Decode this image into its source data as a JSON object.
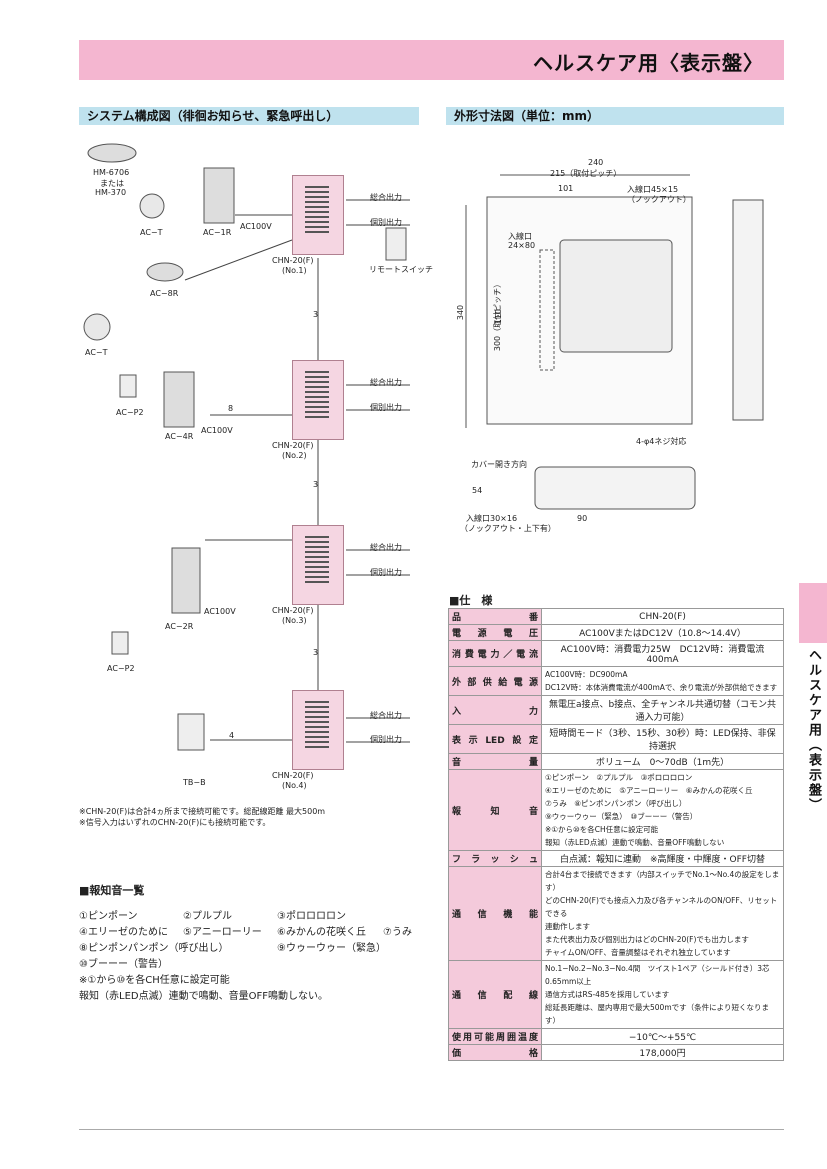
{
  "banner": {
    "title": "ヘルスケア用〈表示盤〉"
  },
  "section_system": {
    "title": "システム構成図（徘徊お知らせ、緊急呼出し）"
  },
  "section_dims": {
    "title": "外形寸法図（単位：mm）"
  },
  "side_tab": {
    "text": "ヘルスケア用（表示盤）"
  },
  "diagram": {
    "devices": {
      "hm": "HM-6706",
      "hm_or": "または",
      "hm2": "HM-370",
      "ac_t1": "AC−T",
      "ac_1r": "AC−1R",
      "ac100v_1": "AC100V",
      "ac_8r": "AC−8R",
      "ac_t2": "AC−T",
      "ac_p2_1": "AC−P2",
      "ac_4r": "AC−4R",
      "ac100v_2": "AC100V",
      "eight": "8",
      "ac_2r": "AC−2R",
      "ac100v_3": "AC100V",
      "ac_p2_2": "AC−P2",
      "tb_b": "TB−B",
      "four": "4",
      "remote": "リモートスイッチ"
    },
    "units": [
      {
        "model": "CHN-20(F)",
        "no": "(No.1)",
        "out1": "総合出力",
        "out2": "個別出力"
      },
      {
        "model": "CHN-20(F)",
        "no": "(No.2)",
        "out1": "総合出力",
        "out2": "個別出力"
      },
      {
        "model": "CHN-20(F)",
        "no": "(No.3)",
        "out1": "総合出力",
        "out2": "個別出力"
      },
      {
        "model": "CHN-20(F)",
        "no": "(No.4)",
        "out1": "総合出力",
        "out2": "個別出力"
      }
    ],
    "link_label": "3",
    "notes": [
      "※CHN-20(F)は合計4ヵ所まで接続可能です。総配線距離 最大500m",
      "※信号入力はいずれのCHN-20(F)にも接続可能です。"
    ]
  },
  "dims": {
    "w240": "240",
    "w215": "215（取付ピッチ）",
    "w101": "101",
    "in45": "入線口45×15",
    "knock": "（ノックアウト）",
    "in24": "入線口",
    "in24b": "24×80",
    "h340": "340",
    "h300": "300（取付ピッチ）",
    "h110": "110",
    "screw": "4-φ4ネジ対応",
    "cover": "カバー開き方向",
    "d54": "54",
    "d90": "90",
    "in30": "入線口30×16",
    "knock2": "（ノックアウト・上下有）"
  },
  "sound_list": {
    "title": "■報知音一覧",
    "items": [
      [
        "①ピンポーン",
        "②プルプル",
        "③ポロロロロン"
      ],
      [
        "④エリーゼのために",
        "⑤アニーローリー",
        "⑥みかんの花咲く丘",
        "⑦うみ"
      ],
      [
        "⑧ピンポンパンポン（呼び出し）",
        "⑨ウゥーウゥー（緊急）"
      ],
      [
        "⑩ブーーー（警告）"
      ]
    ],
    "note1": "※①から⑩を各CH任意に設定可能",
    "note2": "報知（赤LED点滅）連動で鳴動、音量OFF鳴動しない。"
  },
  "spec": {
    "title": "■仕　様",
    "rows": [
      {
        "k": "品番",
        "v": [
          "CHN-20(F)"
        ]
      },
      {
        "k": "電源電圧",
        "v": [
          "AC100VまたはDC12V（10.8〜14.4V）"
        ]
      },
      {
        "k": "消費電力／電流",
        "v": [
          "AC100V時：消費電力25W　DC12V時：消費電流400mA"
        ]
      },
      {
        "k": "外部供給電源",
        "v": [
          "AC100V時：DC900mA",
          "DC12V時：本体消費電流が400mAで、余り電流が外部供給できます"
        ]
      },
      {
        "k": "入力",
        "v": [
          "無電圧a接点、b接点、全チャンネル共通切替（コモン共通入力可能）"
        ]
      },
      {
        "k": "表示LED設定",
        "v": [
          "短時間モード（3秒、15秒、30秒）時：LED保持、非保持選択"
        ]
      },
      {
        "k": "音量",
        "v": [
          "ボリューム　0〜70dB（1m先）"
        ]
      },
      {
        "k": "報知音",
        "v": [
          "①ピンポーン　②プルプル　③ポロロロロン",
          "④エリーゼのために　⑤アニーローリー　⑥みかんの花咲く丘",
          "⑦うみ　⑧ピンポンパンポン（呼び出し）",
          "⑨ウゥーウゥー（緊急）　⑩ブーーー（警告）",
          "※①から⑩を各CH任意に設定可能",
          "報知（赤LED点滅）連動で鳴動、音量OFF鳴動しない"
        ]
      },
      {
        "k": "フラッシュ",
        "v": [
          "白点滅：報知に連動　※高輝度・中輝度・OFF切替"
        ]
      },
      {
        "k": "通信機能",
        "v": [
          "合計4台まで接続できます（内部スイッチでNo.1〜No.4の設定をします）",
          "どのCHN-20(F)でも接点入力及び各チャンネルのON/OFF、リセットできる",
          "連動作します",
          "また代表出力及び個別出力はどのCHN-20(F)でも出力します",
          "チャイムON/OFF、音量調整はそれぞれ独立しています"
        ]
      },
      {
        "k": "通信配線",
        "v": [
          "No.1−No.2−No.3−No.4間　ツイスト1ペア（シールド付き）3芯0.65mm以上",
          "通信方式はRS-485を採用しています",
          "総延長距離は、屋内専用で最大500mです（条件により短くなります）"
        ]
      },
      {
        "k": "使用可能周囲温度",
        "v": [
          "−10℃〜+55℃"
        ]
      },
      {
        "k": "価格",
        "v": [
          "178,000円"
        ]
      }
    ]
  }
}
